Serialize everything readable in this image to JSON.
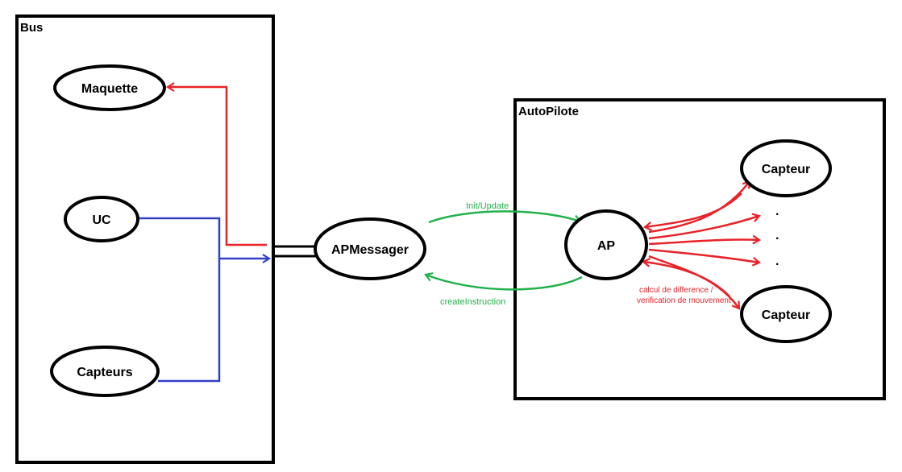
{
  "colors": {
    "outline": "#000000",
    "red": "#e8232a",
    "blue": "#3240c8",
    "green": "#22b14c"
  },
  "containers": {
    "bus": {
      "title": "Bus"
    },
    "autopilote": {
      "title": "AutoPilote"
    }
  },
  "nodes": {
    "maquette": {
      "label": "Maquette"
    },
    "uc": {
      "label": "UC"
    },
    "capteurs": {
      "label": "Capteurs"
    },
    "apmessager": {
      "label": "APMessager"
    },
    "ap": {
      "label": "AP"
    },
    "capteur_top": {
      "label": "Capteur"
    },
    "capteur_bottom": {
      "label": "Capteur"
    }
  },
  "edges": {
    "init_update": {
      "label": "Init/Update"
    },
    "create_instruction": {
      "label": "createInstruction"
    },
    "calcul": {
      "label_line1": "calcul de difference /",
      "label_line2": "verification de mouvement"
    }
  },
  "ellipsis_dots": [
    "·",
    "·",
    "·"
  ]
}
